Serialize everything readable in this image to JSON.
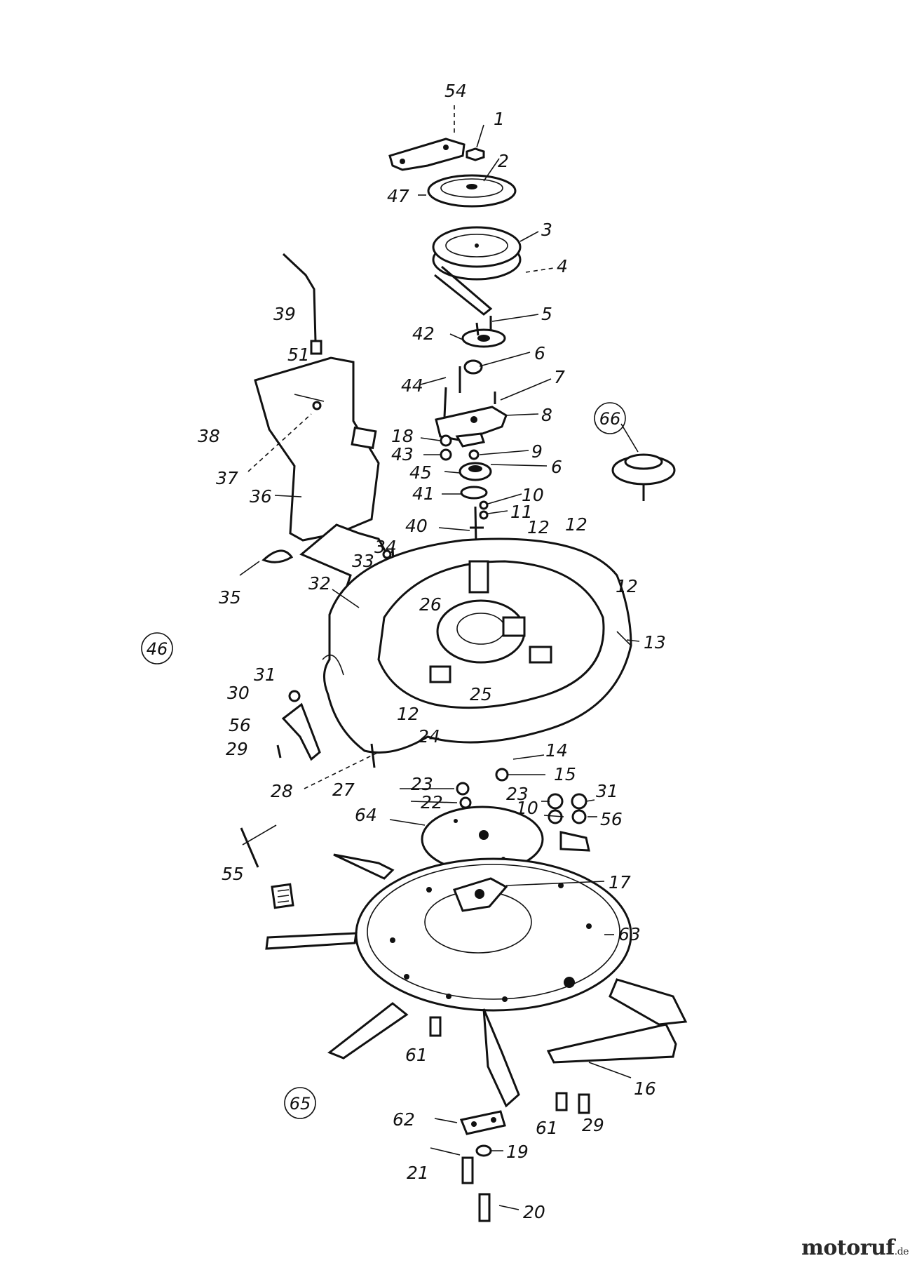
{
  "watermark": {
    "brand": "motoruf",
    "suffix": ".de"
  },
  "labels": {
    "l54": "54",
    "l1": "1",
    "l2": "2",
    "l47": "47",
    "l3": "3",
    "l4": "4",
    "l39": "39",
    "l5": "5",
    "l42": "42",
    "l51": "51",
    "l6a": "6",
    "l44": "44",
    "l7": "7",
    "l8": "8",
    "l66": "66",
    "l38": "38",
    "l18": "18",
    "l43": "43",
    "l9": "9",
    "l45": "45",
    "l6b": "6",
    "l37": "37",
    "l36": "36",
    "l41": "41",
    "l10a": "10",
    "l11": "11",
    "l40": "40",
    "l12a": "12",
    "l12b": "12",
    "l12c": "12",
    "l34": "34",
    "l33": "33",
    "l35": "35",
    "l32": "32",
    "l26": "26",
    "l46": "46",
    "l13": "13",
    "l31a": "31",
    "l30": "30",
    "l25": "25",
    "l12d": "12",
    "l56a": "56",
    "l29a": "29",
    "l24": "24",
    "l14": "14",
    "l28": "28",
    "l27": "27",
    "l23a": "23",
    "l15": "15",
    "l23b": "23",
    "l31b": "31",
    "l22": "22",
    "l10b": "10",
    "l56b": "56",
    "l64": "64",
    "l17": "17",
    "l55": "55",
    "l63": "63",
    "l61a": "61",
    "l16": "16",
    "l65": "65",
    "l62": "62",
    "l61b": "61",
    "l29b": "29",
    "l19": "19",
    "l21": "21",
    "l20": "20"
  }
}
